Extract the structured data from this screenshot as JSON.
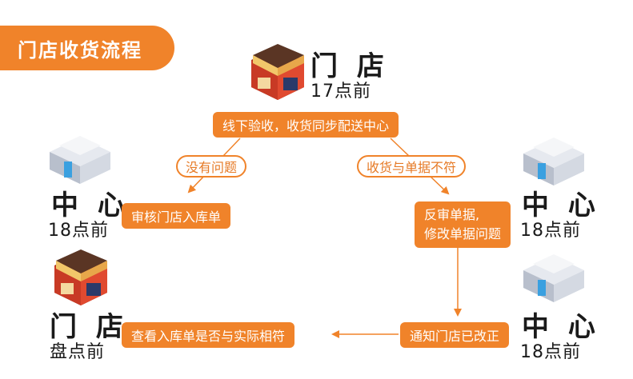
{
  "title": "门店收货流程",
  "top_node": {
    "name": "门 店",
    "time": "17点前"
  },
  "step_offline": "线下验收，收货同步配送中心",
  "branch_left": "没有问题",
  "branch_right": "收货与单据不符",
  "left_center": {
    "name": "中 心",
    "time": "18点前"
  },
  "step_review": "审核门店入库单",
  "right_center_1": {
    "name": "中 心",
    "time": "18点前"
  },
  "step_reverse_line1": "反审单据,",
  "step_reverse_line2": "修改单据问题",
  "right_center_2": {
    "name": "中 心",
    "time": "18点前"
  },
  "step_notify": "通知门店已改正",
  "bottom_store": {
    "name": "门 店",
    "time": "盘点前"
  },
  "step_check": "查看入库单是否与实际相符",
  "colors": {
    "accent": "#f0832a",
    "text": "#1a1a1a"
  },
  "icons": [
    "store-icon",
    "warehouse-icon"
  ]
}
